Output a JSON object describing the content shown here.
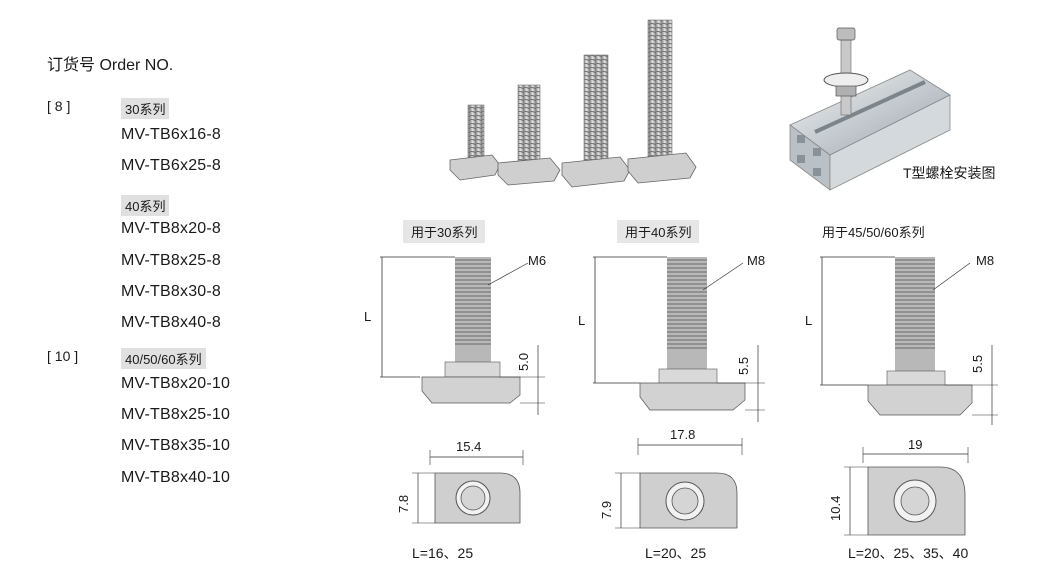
{
  "order_title": "订货号 Order NO.",
  "groups": [
    {
      "bracket": "[  8  ]",
      "series": [
        {
          "label": "30系列",
          "codes": [
            "MV-TB6x16-8",
            "MV-TB6x25-8"
          ]
        },
        {
          "label": "40系列",
          "codes": [
            "MV-TB8x20-8",
            "MV-TB8x25-8",
            "MV-TB8x30-8",
            "MV-TB8x40-8"
          ]
        }
      ]
    },
    {
      "bracket": "[  10  ]",
      "series": [
        {
          "label": "40/50/60系列",
          "codes": [
            "MV-TB8x20-10",
            "MV-TB8x25-10",
            "MV-TB8x35-10",
            "MV-TB8x40-10"
          ]
        }
      ]
    }
  ],
  "install_caption": "T型螺栓安装图",
  "diagrams": [
    {
      "caption": "用于30系列",
      "thread": "M6",
      "length_symbol": "L",
      "head_height": "5.0",
      "width": "15.4",
      "depth": "7.8",
      "lengths": "L=16、25"
    },
    {
      "caption": "用于40系列",
      "thread": "M8",
      "length_symbol": "L",
      "head_height": "5.5",
      "width": "17.8",
      "depth": "7.9",
      "lengths": "L=20、25"
    },
    {
      "caption": "用于45/50/60系列",
      "thread": "M8",
      "length_symbol": "L",
      "head_height": "5.5",
      "width": "19",
      "depth": "10.4",
      "lengths": "L=20、25、35、40"
    }
  ]
}
